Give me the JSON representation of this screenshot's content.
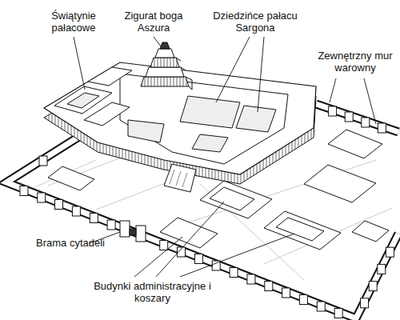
{
  "diagram": {
    "labels": [
      "Świątynie pałacowe",
      "Zigurat boga Aszura",
      "Dziedzińce pałacu Sargona",
      "Zewnętrzny mur warowny",
      "Brama cytadeli",
      "Budynki administracyjne i koszary"
    ]
  }
}
